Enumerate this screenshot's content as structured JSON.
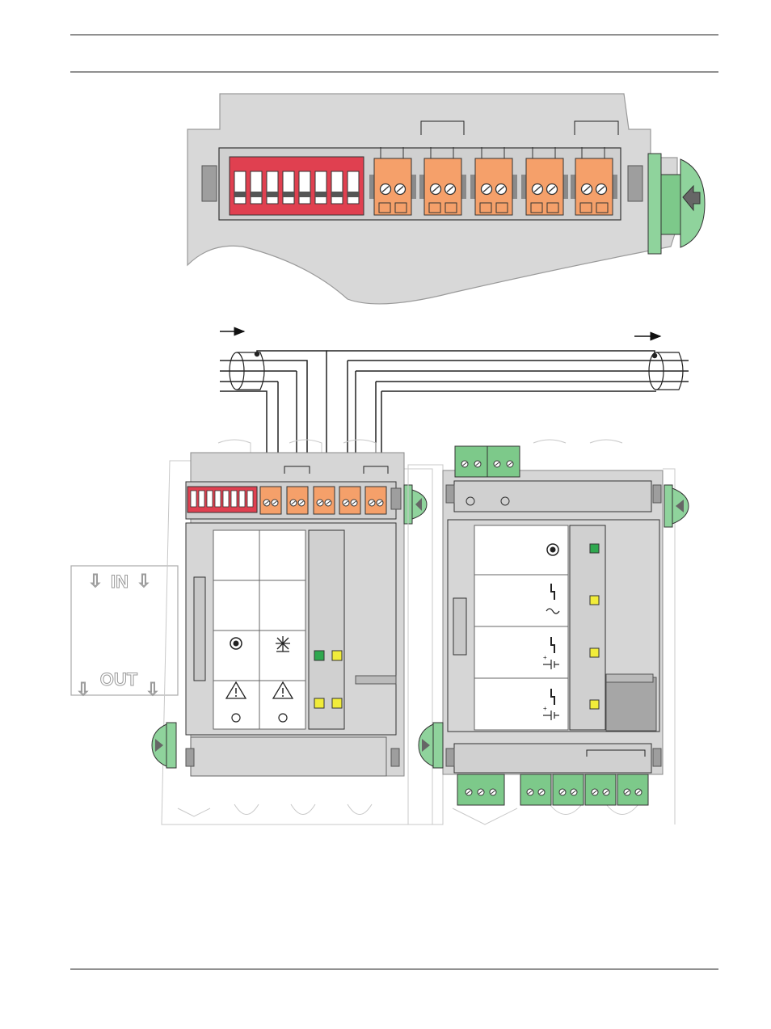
{
  "diagram": {
    "in_out_panel": {
      "in_label": "IN",
      "out_label": "OUT"
    },
    "colors": {
      "housing_gray": "#d0d0d0",
      "housing_dark": "#b8b8b8",
      "dip_switch_red": "#e04050",
      "terminal_orange": "#f5a06a",
      "terminal_green": "#7dc98a",
      "latch_green": "#8fd39c",
      "led_green": "#2fa84f",
      "led_yellow": "#f1ec3a",
      "wire_black": "#222222"
    },
    "icons": {
      "enlarged_module": [
        "dip-switch-icon",
        "terminal-block-icon",
        "release-latch-icon"
      ],
      "left_module_panel": [
        "power-ring-icon",
        "fault-starburst-icon",
        "warning-triangle-icon",
        "warning-triangle-icon"
      ],
      "right_module_panel": [
        "power-ring-icon",
        "relay-ac-icon",
        "relay-dc-icon",
        "relay-dc-icon"
      ]
    },
    "leds": {
      "left_module": [
        "green",
        "yellow",
        "yellow",
        "yellow"
      ],
      "right_module": [
        "green",
        "yellow",
        "yellow",
        "yellow"
      ]
    }
  }
}
